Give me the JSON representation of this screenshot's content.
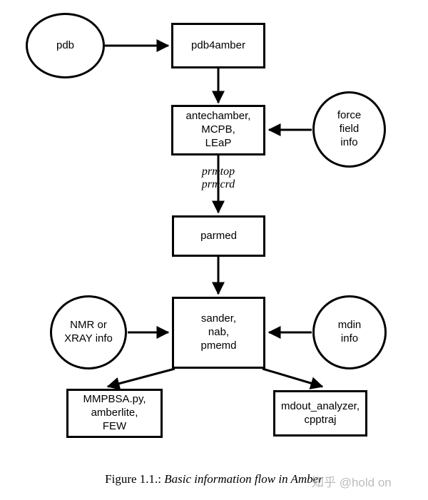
{
  "figure": {
    "background": "#ffffff",
    "stroke_color": "#000000",
    "caption_prefix": "Figure 1.1.:",
    "caption_title": "Basic information flow in Amber"
  },
  "watermark": {
    "text": "知乎 @hold on",
    "color": "#b9b9b9"
  },
  "nodes": [
    {
      "id": "pdb",
      "label": "pdb",
      "shape": "ellipse"
    },
    {
      "id": "pdb4amber",
      "label": "pdb4amber",
      "shape": "box"
    },
    {
      "id": "antechamber",
      "label": "antechamber,\nMCPB,\nLEaP",
      "shape": "box"
    },
    {
      "id": "forcefield",
      "label": "force\nfield\ninfo",
      "shape": "ellipse"
    },
    {
      "id": "parmed",
      "label": "parmed",
      "shape": "box"
    },
    {
      "id": "nmrxray",
      "label": "NMR or\nXRAY info",
      "shape": "ellipse"
    },
    {
      "id": "sander",
      "label": "sander,\nnab,\npmemd",
      "shape": "box"
    },
    {
      "id": "mdin",
      "label": "mdin\ninfo",
      "shape": "ellipse"
    },
    {
      "id": "mmpbsa",
      "label": "MMPBSA.py,\namberlite,\nFEW",
      "shape": "box"
    },
    {
      "id": "mdout",
      "label": "mdout_analyzer,\ncpptraj",
      "shape": "box"
    }
  ],
  "edges": [
    {
      "from": "pdb",
      "to": "pdb4amber",
      "label": ""
    },
    {
      "from": "pdb4amber",
      "to": "antechamber",
      "label": ""
    },
    {
      "from": "forcefield",
      "to": "antechamber",
      "label": ""
    },
    {
      "from": "antechamber",
      "to": "parmed",
      "label": "prmtop\nprmcrd"
    },
    {
      "from": "parmed",
      "to": "sander",
      "label": ""
    },
    {
      "from": "nmrxray",
      "to": "sander",
      "label": ""
    },
    {
      "from": "mdin",
      "to": "sander",
      "label": ""
    },
    {
      "from": "sander",
      "to": "mmpbsa",
      "label": ""
    },
    {
      "from": "sander",
      "to": "mdout",
      "label": ""
    }
  ],
  "edge_labels": {
    "prmtop_prmcrd": "prmtop\nprmcrd"
  }
}
